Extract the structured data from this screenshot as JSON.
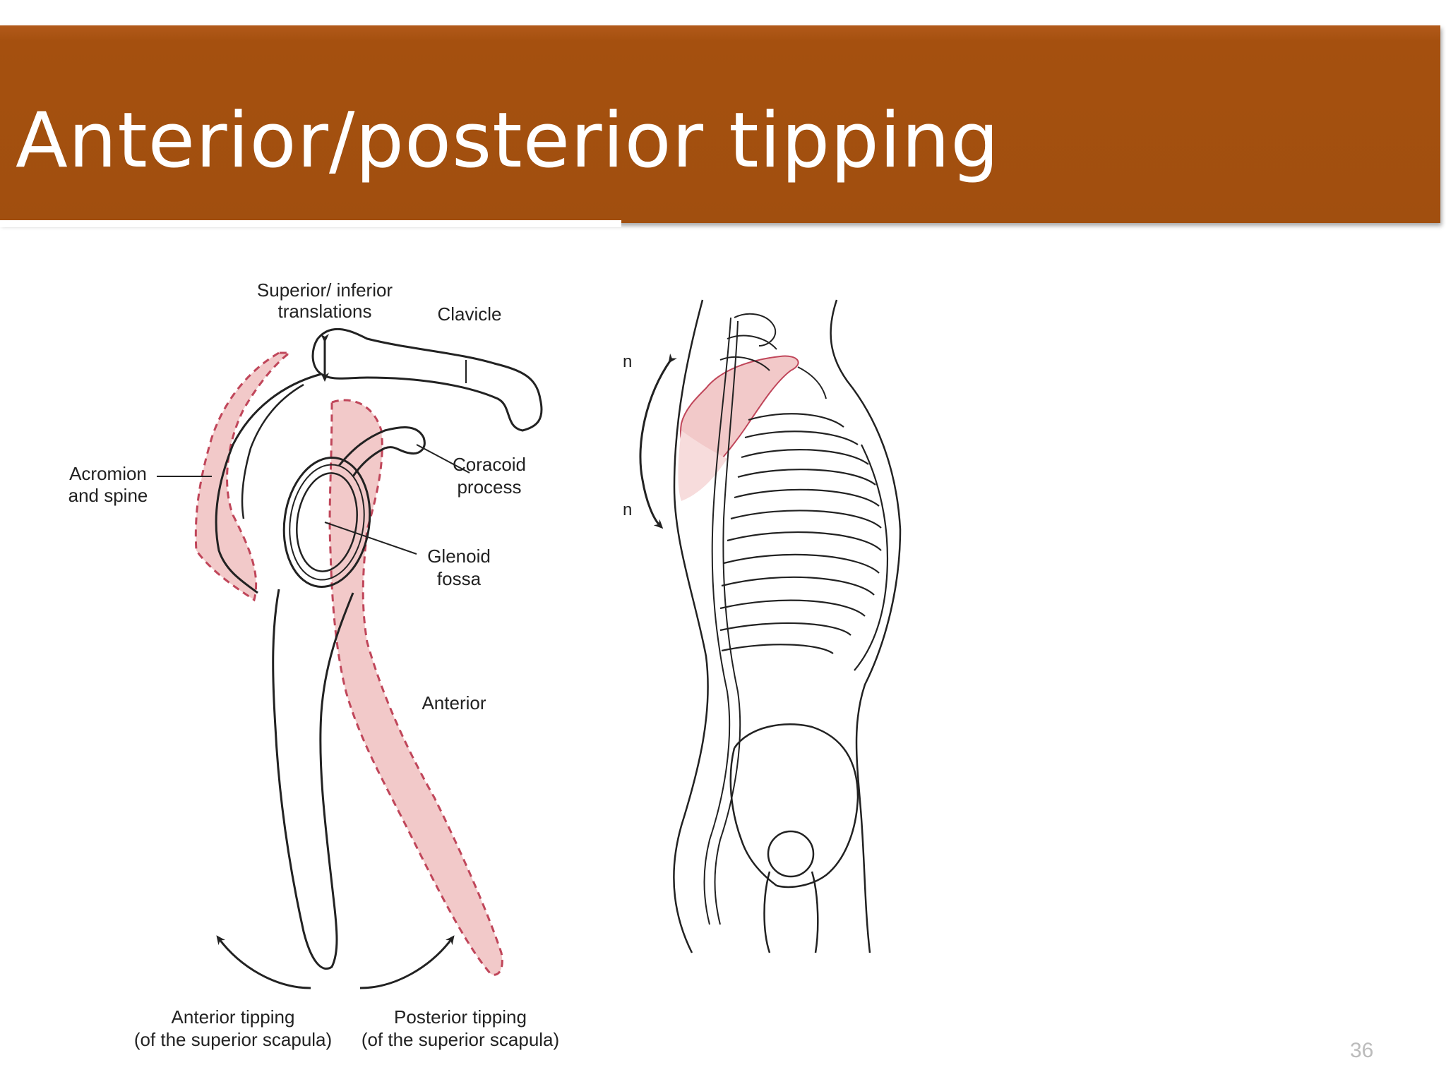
{
  "slide": {
    "title": "Anterior/posterior tipping",
    "page_number": "36"
  },
  "figure": {
    "labels": {
      "translations": [
        "Superior/ inferior",
        "translations"
      ],
      "clavicle": "Clavicle",
      "acromion": [
        "Acromion",
        "and spine"
      ],
      "coracoid": [
        "Coracoid",
        "process"
      ],
      "glenoid": [
        "Glenoid",
        "fossa"
      ],
      "anterior": "Anterior",
      "anterior_tipping": [
        "Anterior tipping",
        "(of the superior scapula)"
      ],
      "posterior_tipping": [
        "Posterior tipping",
        "(of the superior scapula)"
      ],
      "cropped_upper": "n",
      "cropped_lower": "n"
    },
    "colors": {
      "title_bar": "#a14f0f",
      "shaded_region": "#f2c9c9",
      "line_art": "#222222",
      "dashed_outline": "#c0465a"
    }
  }
}
